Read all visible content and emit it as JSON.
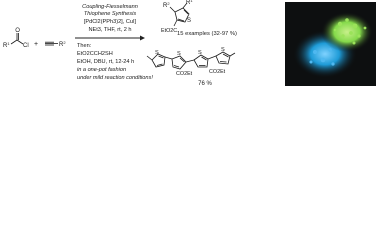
{
  "reactants": {
    "acyl_chloride_r1": "R",
    "acyl_chloride_r1_sup": "1",
    "acyl_chloride_o": "O",
    "acyl_chloride_cl": "Cl",
    "plus": "+",
    "alkyne_r2": "R",
    "alkyne_r2_sup": "2"
  },
  "conditions": {
    "title_line1": "Coupling-Fiesselmann",
    "title_line2": "Thiophene Synthesis",
    "reagents": "[PdCl2(PPh3)2], CuI]",
    "base_solvent": "NEt3, THF, rt, 2 h",
    "then": "Then:",
    "thiol": "EtO2CCH2SH",
    "second_step": "EtOH, DBU, rt, 12-24 h",
    "note_line1": "in a one-pot fashion",
    "note_line2": "under mild reaction conditions!"
  },
  "product": {
    "r1": "R",
    "r1_sup": "1",
    "r2": "R",
    "r2_sup": "2",
    "s": "S",
    "ester": "EtO2C",
    "summary": "15 examples (32-97 %)"
  },
  "terthiophene": {
    "s_labels": [
      "S",
      "S",
      "S",
      "S"
    ],
    "ester_labels": [
      "CO2Et",
      "CO2Et"
    ],
    "yield": "76 %"
  },
  "colors": {
    "ink": "#1a1a1a",
    "arrow": "#222222",
    "photo_bg": "#0d0f10",
    "fluor_blue": "#1e9bd7",
    "fluor_green": "#84d94a"
  }
}
